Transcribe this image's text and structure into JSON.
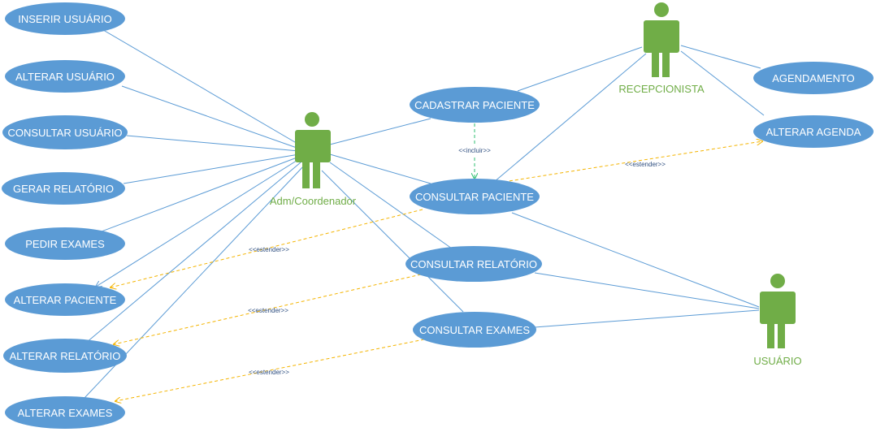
{
  "colors": {
    "usecase_fill": "#5b9bd5",
    "usecase_text": "#ffffff",
    "actor": "#70ad47",
    "association": "#5b9bd5",
    "include": "#2fbf71",
    "extend": "#f4b400"
  },
  "actors": {
    "adm": "Adm/Coordenador",
    "recepcionista": "RECEPCIONISTA",
    "usuario": "USUÁRIO"
  },
  "usecases": {
    "inserir_usuario": "INSERIR USUÁRIO",
    "alterar_usuario": "ALTERAR USUÁRIO",
    "consultar_usuario": "CONSULTAR USUÁRIO",
    "gerar_relatorio": "GERAR RELATÓRIO",
    "pedir_exames": "PEDIR EXAMES",
    "alterar_paciente": "ALTERAR PACIENTE",
    "alterar_relatorio": "ALTERAR RELATÓRIO",
    "alterar_exames": "ALTERAR EXAMES",
    "cadastrar_paciente": "CADASTRAR PACIENTE",
    "consultar_paciente": "CONSULTAR PACIENTE",
    "consultar_relatorio": "CONSULTAR RELATÓRIO",
    "consultar_exames": "CONSULTAR EXAMES",
    "agendamento": "AGENDAMENTO",
    "alterar_agenda": "ALTERAR AGENDA"
  },
  "stereotypes": {
    "incluir": "<<incluir>>",
    "estender_agenda": "<<estender>>",
    "estender_paciente": "<<estender>>",
    "estender_relatorio": "<<estender>>",
    "estender_exames": "<<estender>>"
  }
}
